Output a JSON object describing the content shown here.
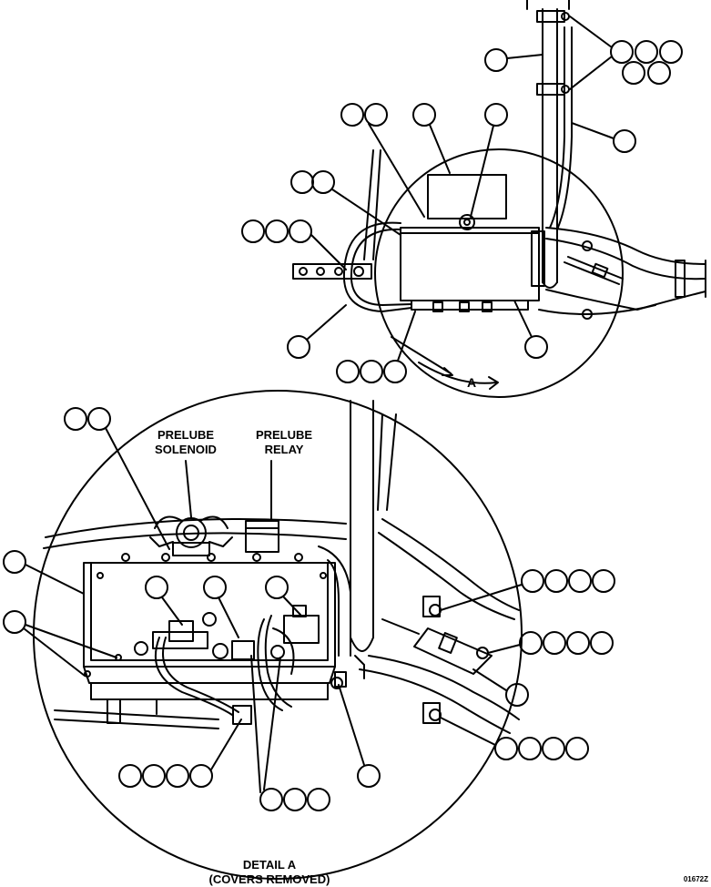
{
  "labels": {
    "prelube_solenoid_line1": "PRELUBE",
    "prelube_solenoid_line2": "SOLENOID",
    "prelube_relay_line1": "PRELUBE",
    "prelube_relay_line2": "RELAY",
    "detail_ref": "A",
    "detail_title": "DETAIL A",
    "detail_subtitle": "(COVERS REMOVED)",
    "figure_id": "01672Z"
  },
  "colors": {
    "ink": "#000000",
    "paper": "#ffffff"
  }
}
